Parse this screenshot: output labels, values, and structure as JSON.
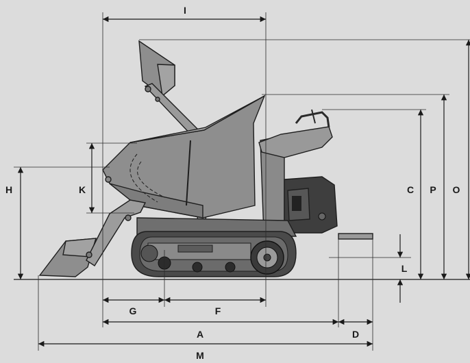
{
  "dimension_labels": {
    "A": "A",
    "C": "C",
    "D": "D",
    "F": "F",
    "G": "G",
    "H": "H",
    "I": "I",
    "K": "K",
    "L": "L",
    "M": "M",
    "O": "O",
    "P": "P"
  },
  "colors": {
    "background": "#dcdcdc",
    "machine_body": "#8e8e8e",
    "machine_dark": "#3c3c3c",
    "lines": "#1a1a1a"
  }
}
